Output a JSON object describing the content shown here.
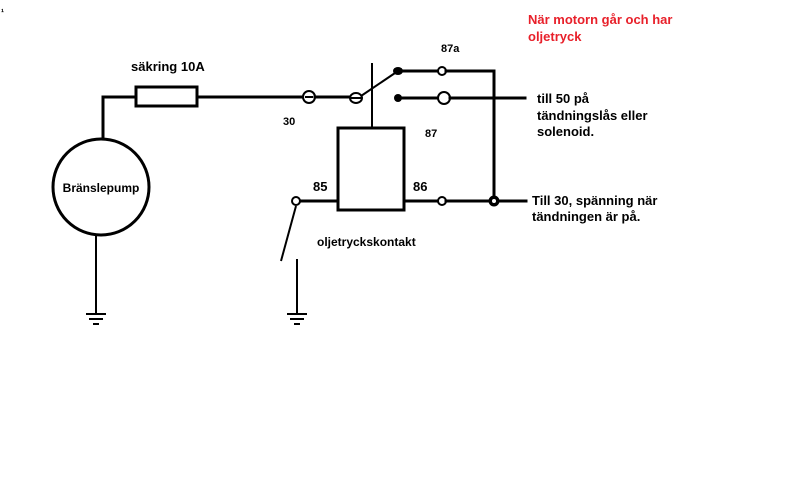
{
  "corner_mark": "¹",
  "title": {
    "line1": "När motorn går och har",
    "line2": "oljetryck",
    "color": "#e8202a"
  },
  "labels": {
    "fuse": "säkring 10A",
    "pump": "Bränslepump",
    "pin_30": "30",
    "pin_87a": "87a",
    "pin_87": "87",
    "pin_85": "85",
    "pin_86": "86",
    "switch": "oljetryckskontakt"
  },
  "notes": {
    "pin87_line1": "till 50 på",
    "pin87_line2": "tändningslås eller",
    "pin87_line3": "solenoid.",
    "pin86_line1": "Till 30, spänning när",
    "pin86_line2": "tändningen är på."
  },
  "icons": [
    "ground-icon",
    "fuse-icon",
    "relay-coil",
    "pressure-switch-icon",
    "relay-contact-arm"
  ]
}
